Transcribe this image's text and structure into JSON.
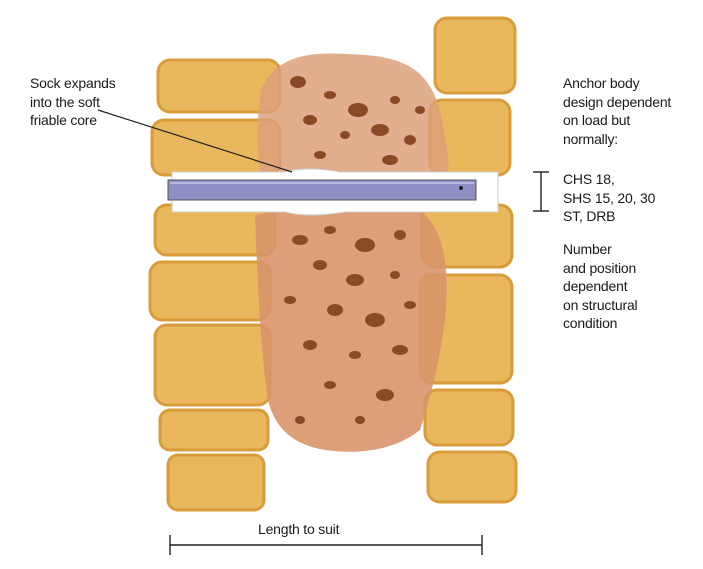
{
  "labels": {
    "sock_expands": "Sock expands\ninto the soft\nfriable core",
    "anchor_body": "Anchor body\ndesign dependent\non load but\nnormally:",
    "anchor_types": "CHS 18,\nSHS 15, 20, 30\nST, DRB",
    "number_position": "Number\nand position\ndependent\non structural\ncondition",
    "length": "Length to suit"
  },
  "colors": {
    "masonry": "#e9b85c",
    "masonry_edge": "#d89d3a",
    "core": "#d8956a",
    "rubble": "#8a4a26",
    "anchor_rod": "#8f8fc6",
    "line": "#222222"
  }
}
